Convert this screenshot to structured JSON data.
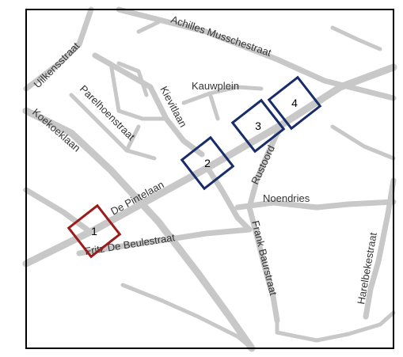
{
  "streets": {
    "achilles": "Achilles Musschestraat",
    "uilkens": "Uilkensstraat",
    "parelhoen": "Parelhoenstraat",
    "kievit": "Kievitlaan",
    "kauwplein": "Kauwplein",
    "koekoek": "Koekoeklaan",
    "pintelaan": "De Pintelaan",
    "beulestraat": "Fritz De Beulestraat",
    "rustoord": "Rustoord",
    "noendries": "Noendries",
    "baur": "Frank Baurstraat",
    "harelbeke": "Harelbekestraat"
  },
  "markers": [
    {
      "id": "1",
      "label": "1",
      "color": "#9b1c1c"
    },
    {
      "id": "2",
      "label": "2",
      "color": "#1a2d6b"
    },
    {
      "id": "3",
      "label": "3",
      "color": "#1a2d6b"
    },
    {
      "id": "4",
      "label": "4",
      "color": "#1a2d6b"
    }
  ],
  "colors": {
    "road": "#c8c8c8",
    "frame": "#000000",
    "background": "#ffffff"
  }
}
